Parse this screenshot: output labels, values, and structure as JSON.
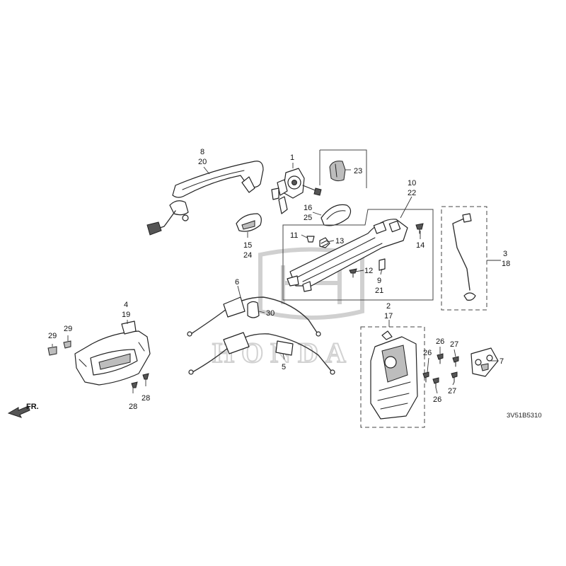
{
  "diagram_code": "3V51B5310",
  "watermark_text": "HONDA",
  "direction_label": "FR.",
  "callouts": {
    "c8": "8",
    "c20": "20",
    "c1": "1",
    "c23": "23",
    "c16": "16",
    "c25": "25",
    "c15": "15",
    "c24": "24",
    "c10": "10",
    "c22": "22",
    "c11": "11",
    "c13": "13",
    "c14": "14",
    "c12": "12",
    "c9": "9",
    "c21": "21",
    "c3": "3",
    "c18": "18",
    "c6": "6",
    "c30": "30",
    "c5": "5",
    "c2": "2",
    "c17": "17",
    "c4": "4",
    "c19": "19",
    "c29a": "29",
    "c29b": "29",
    "c28a": "28",
    "c28b": "28",
    "c26a": "26",
    "c26b": "26",
    "c26c": "26",
    "c27a": "27",
    "c27b": "27",
    "c7": "7"
  }
}
